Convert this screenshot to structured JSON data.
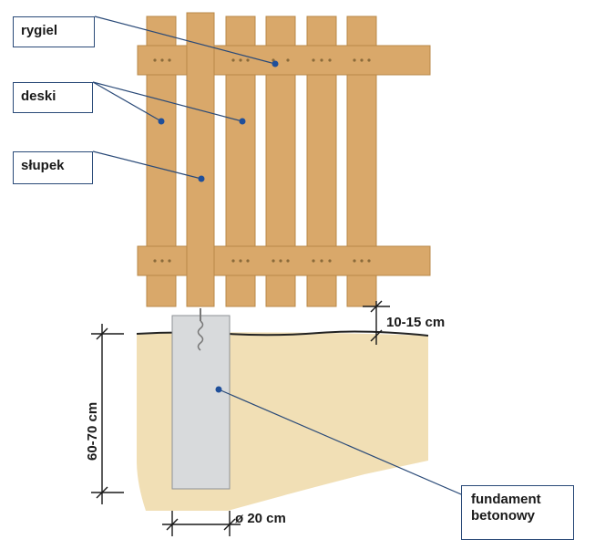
{
  "labels": {
    "rygiel": "rygiel",
    "deski": "deski",
    "slupek": "słupek",
    "fundament_line1": "fundament",
    "fundament_line2": "betonowy"
  },
  "dimensions": {
    "gap_above_ground": "10-15 cm",
    "foundation_depth": "60-70 cm",
    "foundation_diameter": "ø 20 cm"
  },
  "colors": {
    "wood": "#d9a86a",
    "wood_stroke": "#b98848",
    "soil": "#f1dfb5",
    "concrete": "#d8dadc",
    "leader": "#2a4a78",
    "marker": "#1f4f9a"
  }
}
